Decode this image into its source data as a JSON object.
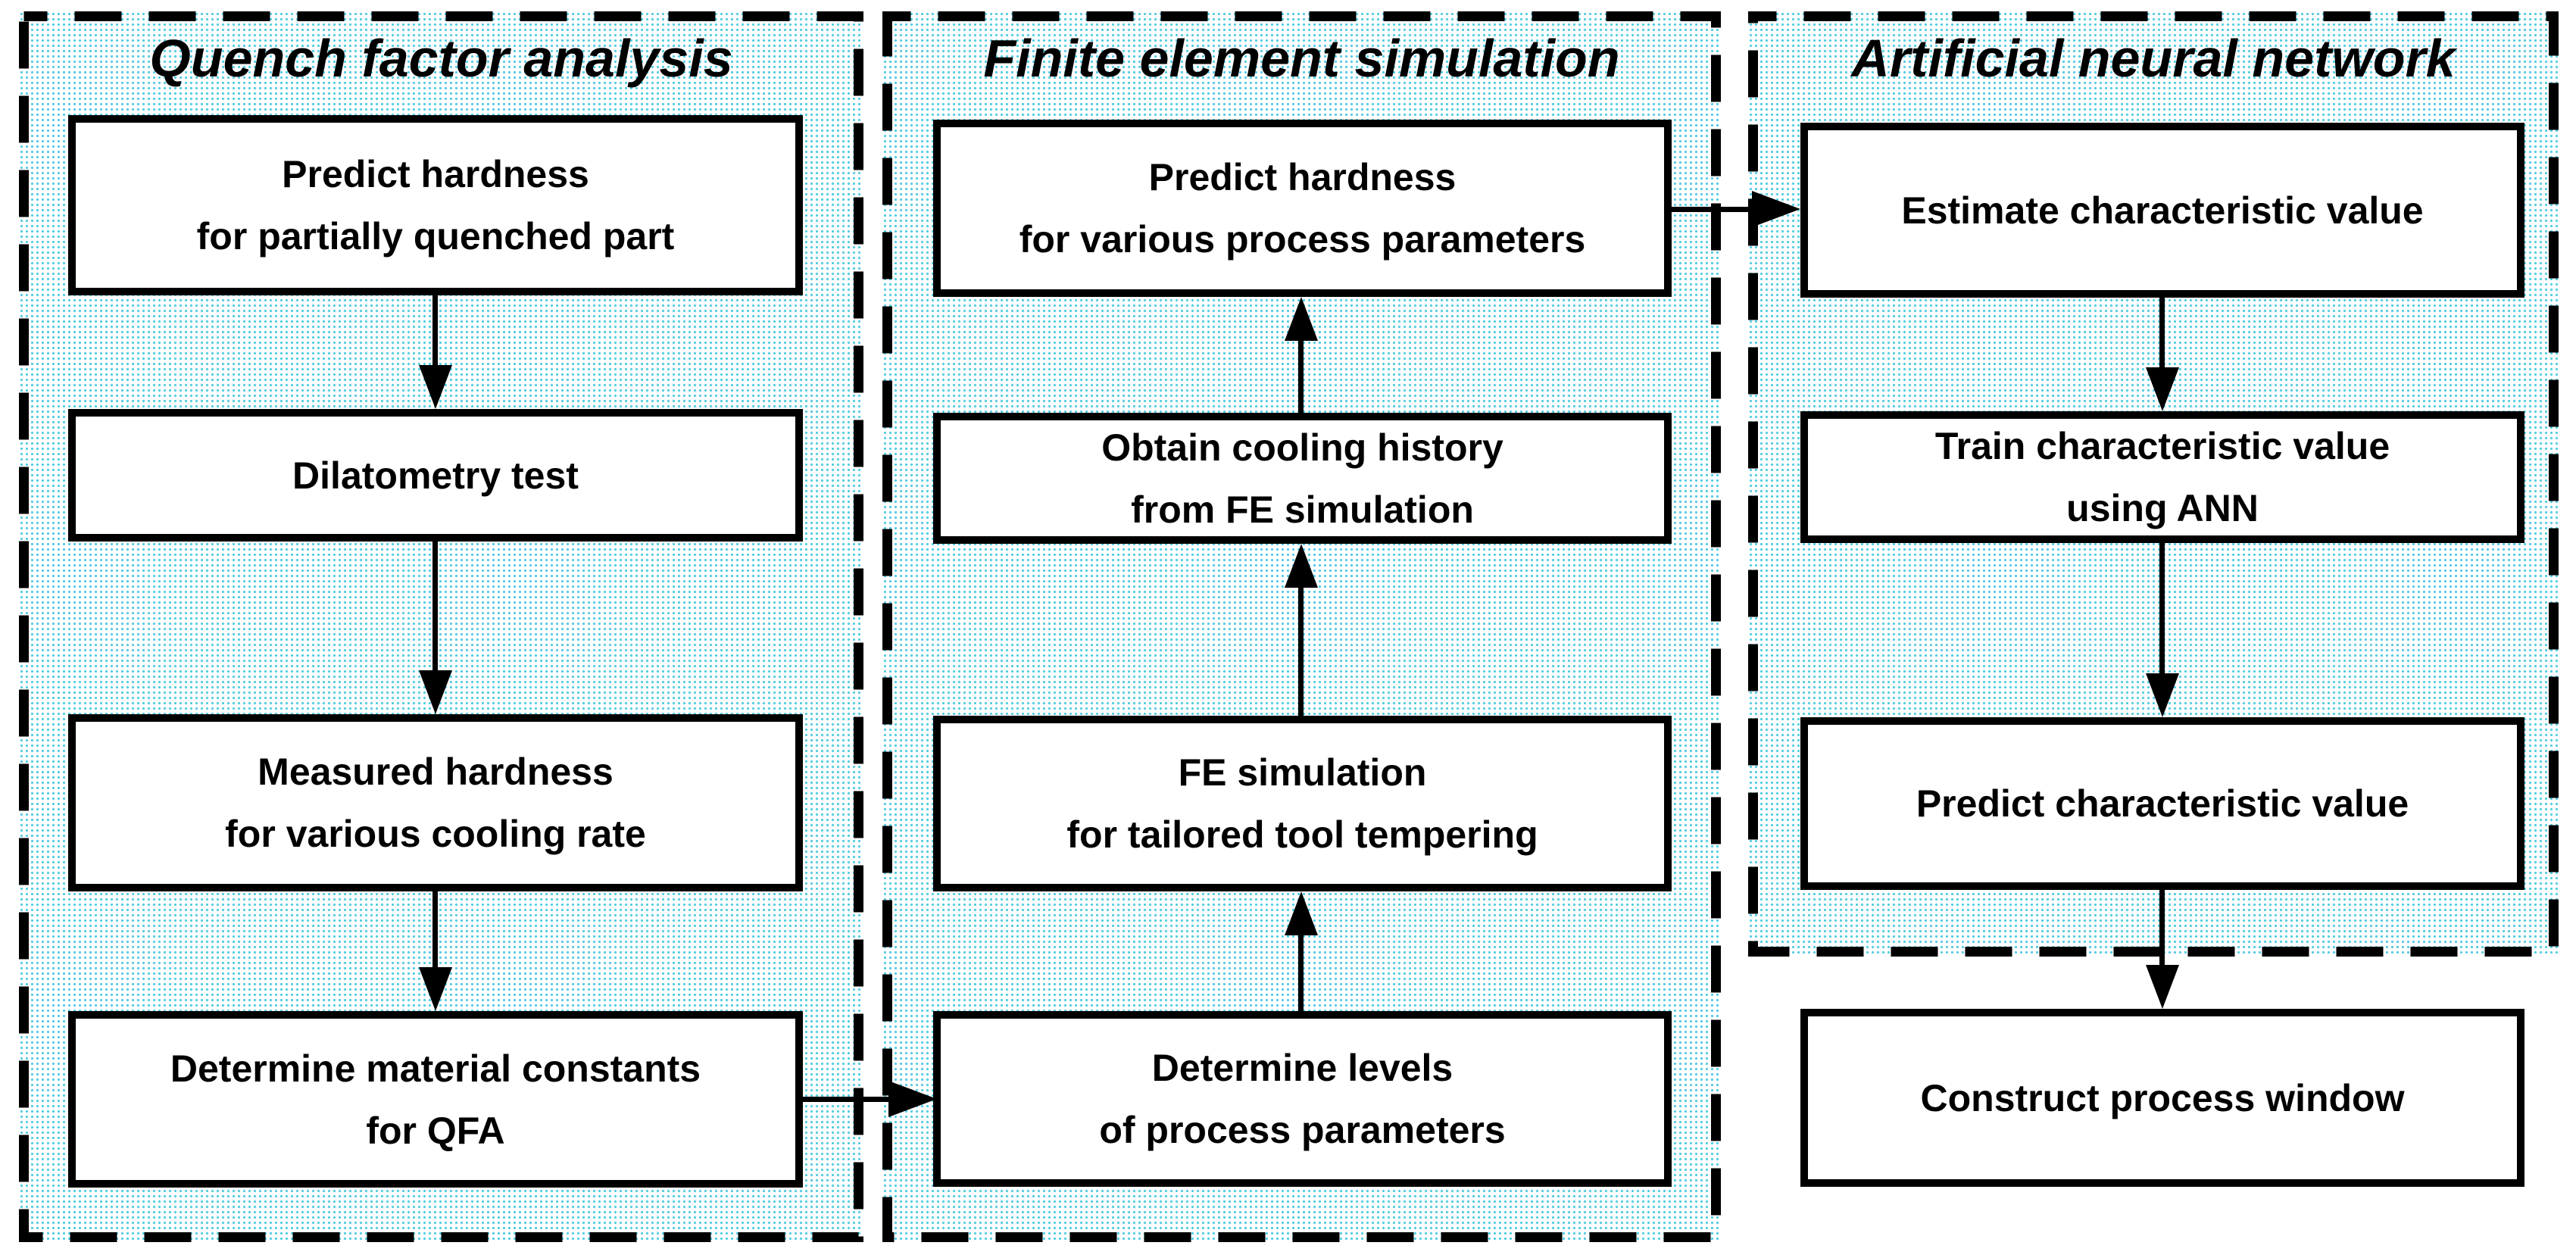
{
  "diagram": {
    "panels": [
      {
        "id": "qfa",
        "title": "Quench factor analysis",
        "boxes": [
          {
            "lines": [
              "Predict hardness",
              "for partially quenched part"
            ]
          },
          {
            "lines": [
              "Dilatometry test"
            ]
          },
          {
            "lines": [
              "Measured hardness",
              "for various cooling rate"
            ]
          },
          {
            "lines": [
              "Determine material constants",
              "for QFA"
            ]
          }
        ]
      },
      {
        "id": "fe",
        "title": "Finite element simulation",
        "boxes": [
          {
            "lines": [
              "Predict hardness",
              "for various process parameters"
            ]
          },
          {
            "lines": [
              "Obtain cooling history",
              "from FE simulation"
            ]
          },
          {
            "lines": [
              "FE simulation",
              "for tailored tool tempering"
            ]
          },
          {
            "lines": [
              "Determine levels",
              "of process parameters"
            ]
          }
        ]
      },
      {
        "id": "ann",
        "title": "Artificial neural network",
        "boxes": [
          {
            "lines": [
              "Estimate characteristic value"
            ]
          },
          {
            "lines": [
              "Train characteristic value",
              "using ANN"
            ]
          },
          {
            "lines": [
              "Predict characteristic value"
            ]
          }
        ]
      }
    ],
    "final_box": {
      "lines": [
        "Construct process window"
      ]
    },
    "colors": {
      "panel_dot": "#3EC6E0",
      "line": "#000000",
      "box_fill": "#FFFFFF",
      "canvas_bg": "#FFFFFF"
    },
    "icons": {
      "down-arrowhead": "css-triangle-down",
      "up-arrowhead": "css-triangle-up",
      "right-arrowhead": "css-triangle-right"
    }
  }
}
